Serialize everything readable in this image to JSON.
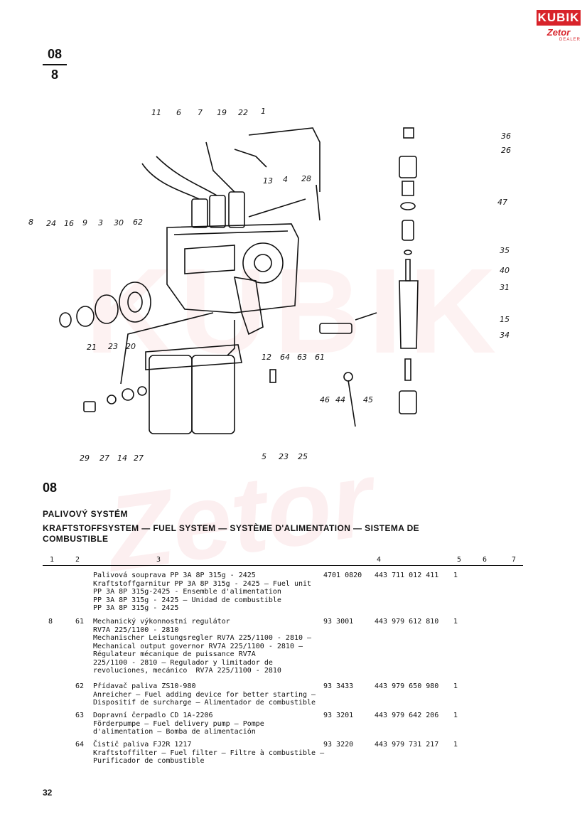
{
  "logo": {
    "brand": "KUBIK",
    "sub": "Zetor",
    "sub2": "DEALER"
  },
  "page_code": {
    "top": "08",
    "bottom": "8"
  },
  "diagram_callouts": [
    "11",
    "6",
    "7",
    "19",
    "22",
    "1",
    "36",
    "26",
    "13",
    "4",
    "28",
    "47",
    "8",
    "24",
    "16",
    "9",
    "3",
    "30",
    "62",
    "35",
    "40",
    "31",
    "15",
    "34",
    "21",
    "23",
    "20",
    "12",
    "64",
    "63",
    "61",
    "46",
    "44",
    "45",
    "29",
    "27",
    "14",
    "27",
    "5",
    "23",
    "25"
  ],
  "section_number": "08",
  "title_cz": "PALIVOVÝ SYSTÉM",
  "title_multi": "KRAFTSTOFFSYSTEM — FUEL SYSTEM — SYSTÈME D'ALIMENTATION — SISTEMA DE COMBUSTIBLE",
  "columns": [
    "1",
    "2",
    "3",
    "4",
    "5",
    "6",
    "7"
  ],
  "rows": [
    {
      "pos": "",
      "item": "",
      "desc": "Palivová souprava PP 3A 8P 315g - 2425\nKraftstoffgarnitur PP 3A 8P 315g - 2425 — Fuel unit\nPP 3A 8P 315g-2425 - Ensemble d'alimentation\nPP 3A 8P 315g - 2425 — Unidad de combustible\nPP 3A 8P 315g - 2425",
      "ref": "4701 0820",
      "part": "443 711 012 411",
      "qty": "1"
    },
    {
      "pos": "8",
      "item": "61",
      "desc": "Mechanický výkonnostní regulátor\nRV7A 225/1100 - 2810\nMechanischer Leistungsregler RV7A 225/1100 - 2810 —\nMechanical output governor RV7A 225/1100 - 2810 —\nRégulateur mécanique de puissance RV7A\n225/1100 - 2810 — Regulador y limitador de\nrevoluciones, mecánico  RV7A 225/1100 - 2810",
      "ref": "93 3001",
      "part": "443 979 612 810",
      "qty": "1"
    },
    {
      "pos": "",
      "item": "62",
      "desc": "Přídavač paliva ZS10-980\nAnreicher — Fuel adding device for better starting —\nDispositif de surcharge — Alimentador de combustible",
      "ref": "93 3433",
      "part": "443 979 650 980",
      "qty": "1"
    },
    {
      "pos": "",
      "item": "63",
      "desc": "Dopravní čerpadlo CD 1A-2206\nFörderpumpe — Fuel delivery pump — Pompe\nd'alimentation — Bomba de alimentación",
      "ref": "93 3201",
      "part": "443 979 642 206",
      "qty": "1"
    },
    {
      "pos": "",
      "item": "64",
      "desc": "Čistič paliva FJ2R 1217\nKraftstoffilter — Fuel filter — Filtre à combustible —\nPurificador de combustible",
      "ref": "93 3220",
      "part": "443 979 731 217",
      "qty": "1"
    }
  ],
  "page_number": "32"
}
